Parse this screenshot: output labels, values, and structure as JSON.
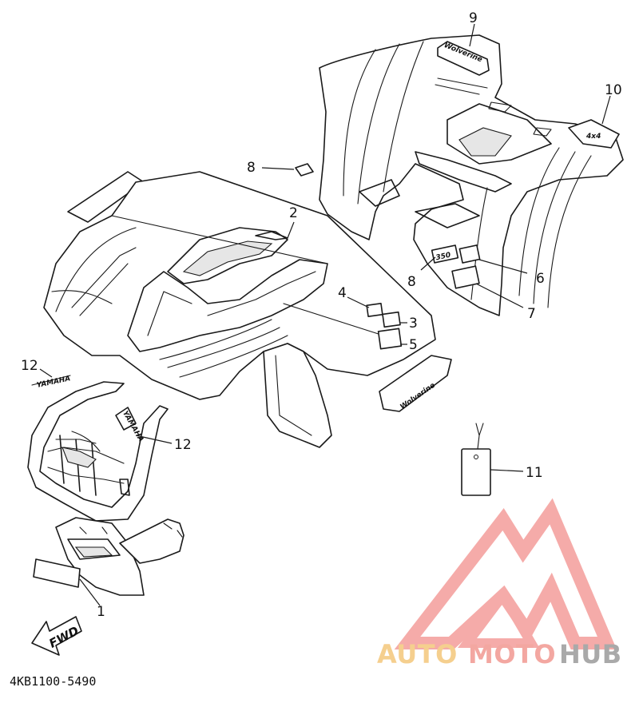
{
  "callouts": [
    {
      "id": "c1",
      "label": "1"
    },
    {
      "id": "c2",
      "label": "2"
    },
    {
      "id": "c3",
      "label": "3"
    },
    {
      "id": "c4",
      "label": "4"
    },
    {
      "id": "c5",
      "label": "5"
    },
    {
      "id": "c6",
      "label": "6"
    },
    {
      "id": "c7",
      "label": "7"
    },
    {
      "id": "c8a",
      "label": "8"
    },
    {
      "id": "c8b",
      "label": "8"
    },
    {
      "id": "c9",
      "label": "9"
    },
    {
      "id": "c10",
      "label": "10"
    },
    {
      "id": "c11",
      "label": "11"
    },
    {
      "id": "c12a",
      "label": "12"
    },
    {
      "id": "c12b",
      "label": "12"
    }
  ],
  "decals": {
    "rear_fender_logo": "Wolverine",
    "rear_badge": "4x4",
    "side_350": "350",
    "side_logo": "Wolverine",
    "rack_yamaha_left": "YAMAHA",
    "rack_yamaha_right": "YAMAHA"
  },
  "fwd_label": "FWD",
  "part_code": "4KB1100-5490",
  "watermark": {
    "part1": "AUTO",
    "part2": "MOTO",
    "part3": "HUB",
    "colors": {
      "auto": "#f5cf8e",
      "moto": "#f3a7a1",
      "hub": "#a9a9a9",
      "logo": "#f4a3a0"
    }
  }
}
